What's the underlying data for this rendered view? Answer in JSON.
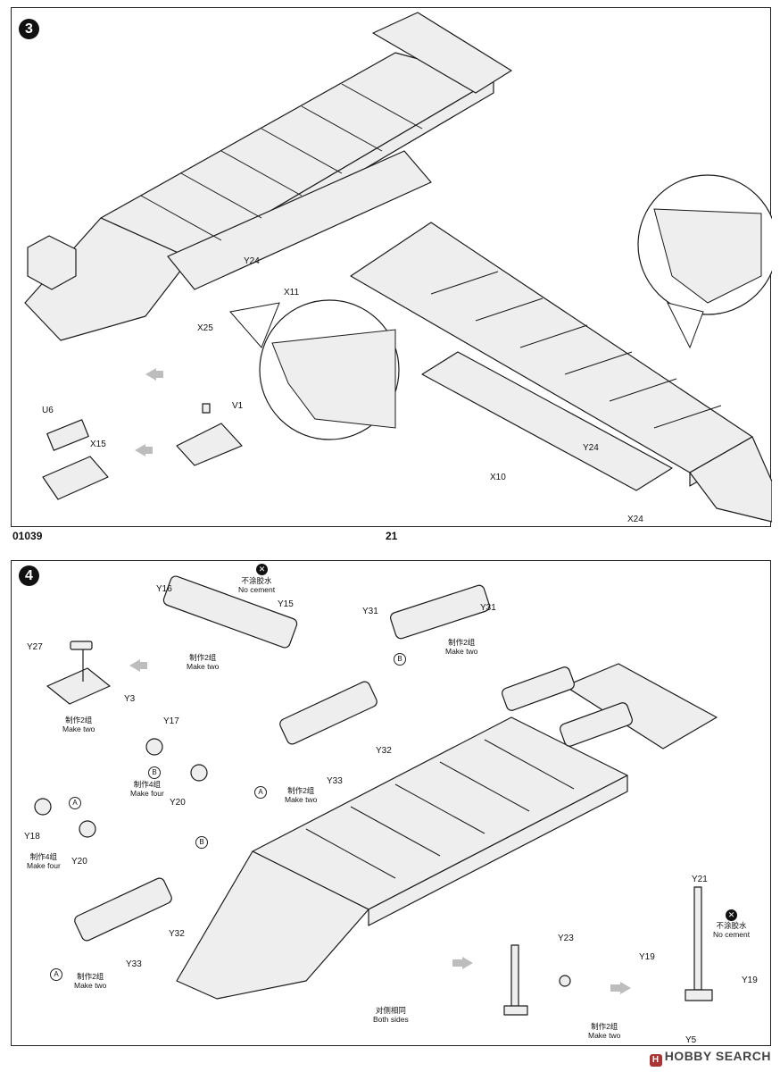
{
  "step3": {
    "badge": "3",
    "labels": {
      "y24_a": "Y24",
      "x11": "X11",
      "x25": "X25",
      "u6": "U6",
      "x15": "X15",
      "v1": "V1",
      "y24_b": "Y24",
      "x10": "X10",
      "x24": "X24"
    }
  },
  "footer": {
    "code": "01039",
    "page": "21"
  },
  "step4": {
    "badge": "4",
    "labels": {
      "y16": "Y16",
      "y15": "Y15",
      "y31_a": "Y31",
      "y31_b": "Y31",
      "y27": "Y27",
      "y3": "Y3",
      "y17": "Y17",
      "y20_a": "Y20",
      "y18": "Y18",
      "y20_b": "Y20",
      "y32_a": "Y32",
      "y33_a": "Y33",
      "y32_b": "Y32",
      "y33_b": "Y33",
      "y21": "Y21",
      "y19_a": "Y19",
      "y19_b": "Y19",
      "y23": "Y23",
      "y5": "Y5"
    },
    "circles": {
      "a1": "A",
      "a2": "A",
      "a3": "A",
      "b1": "B",
      "b2": "B",
      "b3": "B"
    },
    "notes": {
      "no_cement_cn_1": "不涂胶水",
      "no_cement_en_1": "No cement",
      "no_cement_cn_2": "不涂胶水",
      "no_cement_en_2": "No cement",
      "make_two_cn": "制作2组",
      "make_two_en": "Make two",
      "make_four_cn": "制作4组",
      "make_four_en": "Make four",
      "both_sides_cn": "对侧相同",
      "both_sides_en": "Both sides"
    }
  },
  "watermark": {
    "text": "HOBBY SEARCH"
  },
  "colors": {
    "fill": "#eeeeee",
    "line": "#1a1a1a",
    "arrow": "#bdbdbd"
  }
}
